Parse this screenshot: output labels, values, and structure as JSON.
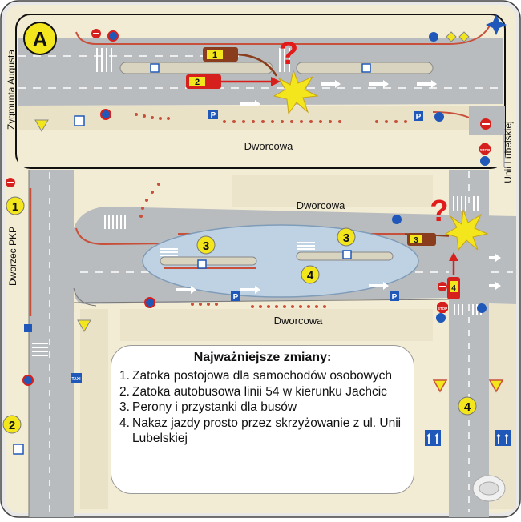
{
  "inset": {
    "marker": "A",
    "street_top_left": "Zygmunta Augusta",
    "street_bottom": "Dworcowa",
    "street_right": "Unii Lubelskiej",
    "cars": [
      "1",
      "2"
    ],
    "question_mark": "?"
  },
  "main_map": {
    "street_labels": {
      "dworcowa_upper": "Dworcowa",
      "dworcowa_lower": "Dworcowa",
      "dworzec_pkp": "Dworzec PKP"
    },
    "area_markers": [
      "1",
      "2",
      "3",
      "3",
      "4",
      "4"
    ],
    "cars": [
      "3",
      "4"
    ],
    "question_mark": "?",
    "sign_text": {
      "stop": "STOP",
      "taxi": "TAXI",
      "parking": "P"
    }
  },
  "legend": {
    "title": "Najważniejsze zmiany:",
    "items": [
      {
        "num": "1.",
        "text": "Zatoka postojowa dla samochodów osobowych"
      },
      {
        "num": "2.",
        "text": "Zatoka autobusowa linii 54 w kierunku Jachcic"
      },
      {
        "num": "3.",
        "text": "Perony i przystanki dla busów"
      },
      {
        "num": "4.",
        "text": "Nakaz jazdy prosto przez skrzyżowanie z ul. Unii Lubelskiej"
      }
    ]
  },
  "colors": {
    "frame": "#e8e8e8",
    "sidewalk": "#f3ecd4",
    "road": "#b9bcbf",
    "road_dark": "#a9adb1",
    "curb_line": "#c8503a",
    "platform": "#bfd2e4",
    "marker_yellow": "#f3e61c",
    "question_red": "#e21a1a",
    "car_red": "#d6201e",
    "car_brown": "#8a3d1c",
    "sign_blue": "#1f58b8"
  }
}
